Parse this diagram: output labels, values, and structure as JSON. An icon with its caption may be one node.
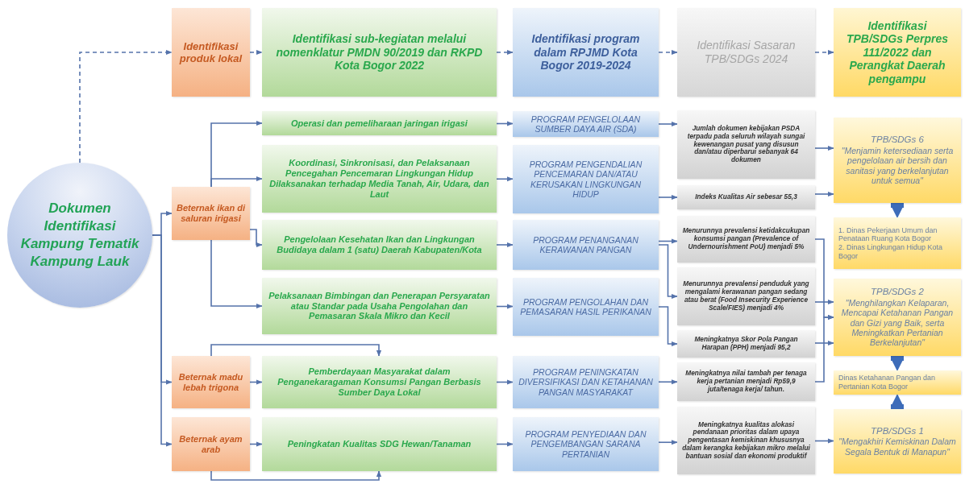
{
  "diagram": {
    "nodes": [
      {
        "text": [
          "Dokumen Identifikasi Kampung Tematik Kampung Lauk"
        ]
      },
      {
        "text": [
          "Identifikasi produk lokal"
        ]
      },
      {
        "text": [
          "Identifikasi sub-kegiatan melalui nomenklatur PMDN 90/2019 dan RKPD Kota Bogor 2022"
        ]
      },
      {
        "text": [
          "Identifikasi program dalam RPJMD Kota Bogor 2019-2024"
        ]
      },
      {
        "text": [
          "Identifikasi Sasaran TPB/SDGs 2024"
        ]
      },
      {
        "text": [
          "Identifikasi TPB/SDGs Perpres 111/2022 dan Perangkat Daerah pengampu"
        ]
      },
      {
        "text": [
          "Beternak ikan di saluran irigasi"
        ]
      },
      {
        "text": [
          "Operasi dan pemeliharaan jaringan irigasi"
        ]
      },
      {
        "text": [
          "Koordinasi, Sinkronisasi, dan Pelaksanaan Pencegahan Pencemaran Lingkungan Hidup Dilaksanakan terhadap Media Tanah, Air, Udara, dan Laut"
        ]
      },
      {
        "text": [
          "Pengelolaan Kesehatan Ikan dan Lingkungan Budidaya dalam 1 (satu) Daerah Kabupaten/Kota"
        ]
      },
      {
        "text": [
          "Pelaksanaan Bimbingan dan Penerapan Persyaratan atau Standar pada Usaha Pengolahan dan Pemasaran Skala Mikro dan Kecil"
        ]
      },
      {
        "text": [
          "Beternak madu lebah trigona"
        ]
      },
      {
        "text": [
          "Pemberdayaan Masyarakat dalam Penganekaragaman Konsumsi Pangan Berbasis Sumber Daya Lokal"
        ]
      },
      {
        "text": [
          "Beternak ayam arab"
        ]
      },
      {
        "text": [
          "Peningkatan Kualitas SDG Hewan/Tanaman"
        ]
      },
      {
        "text": [
          "PROGRAM PENGELOLAAN SUMBER DAYA AIR (SDA)"
        ]
      },
      {
        "text": [
          "PROGRAM PENGENDALIAN PENCEMARAN DAN/ATAU KERUSAKAN LINGKUNGAN HIDUP"
        ]
      },
      {
        "text": [
          "PROGRAM PENANGANAN KERAWANAN PANGAN"
        ]
      },
      {
        "text": [
          "PROGRAM PENGOLAHAN DAN PEMASARAN HASIL PERIKANAN"
        ]
      },
      {
        "text": [
          "PROGRAM PENINGKATAN DIVERSIFIKASI DAN KETAHANAN PANGAN MASYARAKAT"
        ]
      },
      {
        "text": [
          "PROGRAM PENYEDIAAN DAN PENGEMBANGAN SARANA PERTANIAN"
        ]
      },
      {
        "text": [
          "Jumlah dokumen kebijakan PSDA terpadu pada seluruh wilayah sungai kewenangan pusat yang disusun dan/atau diperbarui sebanyak 64 dokumen"
        ]
      },
      {
        "text": [
          "Indeks Kualitas Air sebesar 55,3"
        ]
      },
      {
        "text": [
          "Menurunnya prevalensi ketidakcukupan konsumsi pangan (Prevalence of Undernourishment PoU) menjadi 5%"
        ]
      },
      {
        "text": [
          "Menurunnya prevalensi penduduk yang mengalami kerawanan pangan sedang atau berat (Food Insecurity Experience Scale/FIES) menjadi 4%"
        ]
      },
      {
        "text": [
          "Meningkatnya Skor Pola Pangan Harapan (PPH) menjadi 95,2"
        ]
      },
      {
        "text": [
          "Meningkatnya nilai tambah per tenaga kerja pertanian menjadi Rp59,9 juta/tenaga kerja/ tahun."
        ]
      },
      {
        "text": [
          "Meningkatnya kualitas alokasi pendanaan prioritas dalam upaya pengentasan kemiskinan khususnya dalam kerangka kebijakan mikro melalui bantuan sosial dan ekonomi produktif"
        ]
      },
      {
        "text": [
          "TPB/SDGs 6",
          "\"Menjamin ketersediaan serta pengelolaan air bersih dan sanitasi yang berkelanjutan untuk semua\""
        ]
      },
      {
        "text": [
          "1. Dinas Pekerjaan Umum dan Penataan Ruang Kota Bogor",
          "2. Dinas Lingkungan Hidup Kota Bogor"
        ]
      },
      {
        "text": [
          "TPB/SDGs 2",
          "\"Menghilangkan Kelaparan, Mencapai Ketahanan Pangan dan Gizi yang Baik, serta Meningkatkan Pertanian Berkelanjutan\""
        ]
      },
      {
        "text": [
          "Dinas Ketahanan Pangan dan Pertanian Kota Bogor"
        ]
      },
      {
        "text": [
          "TPB/SDGs 1",
          "\"Mengakhiri Kemiskinan Dalam Segala Bentuk di Manapun\""
        ]
      }
    ],
    "edges": [
      {
        "from": 0,
        "to": 1,
        "arrow": "to",
        "style": "dashed"
      },
      {
        "from": 1,
        "to": 2,
        "arrow": "to",
        "style": "dashed"
      },
      {
        "from": 2,
        "to": 3,
        "arrow": "to",
        "style": "dashed"
      },
      {
        "from": 3,
        "to": 4,
        "arrow": "to",
        "style": "dashed"
      },
      {
        "from": 4,
        "to": 5,
        "arrow": "to",
        "style": "dashed"
      },
      {
        "from": 0,
        "to": 6,
        "arrow": "to"
      },
      {
        "from": 0,
        "to": 11,
        "arrow": "to"
      },
      {
        "from": 0,
        "to": 13,
        "arrow": "to"
      },
      {
        "from": 6,
        "to": 7,
        "arrow": "to"
      },
      {
        "from": 6,
        "to": 8,
        "arrow": "to"
      },
      {
        "from": 6,
        "to": 9,
        "arrow": "to"
      },
      {
        "from": 6,
        "to": 10,
        "arrow": "to"
      },
      {
        "from": 11,
        "to": 12,
        "arrow": "to"
      },
      {
        "from": 11,
        "to": 12,
        "arrow": "to"
      },
      {
        "from": 13,
        "to": 14,
        "arrow": "to"
      },
      {
        "from": 13,
        "to": 14,
        "arrow": "to"
      },
      {
        "from": 7,
        "to": 15,
        "arrow": "to"
      },
      {
        "from": 8,
        "to": 16,
        "arrow": "to"
      },
      {
        "from": 9,
        "to": 17,
        "arrow": "to"
      },
      {
        "from": 10,
        "to": 18,
        "arrow": "to"
      },
      {
        "from": 12,
        "to": 19,
        "arrow": "to"
      },
      {
        "from": 14,
        "to": 20,
        "arrow": "to"
      },
      {
        "from": 15,
        "to": 21,
        "arrow": "to"
      },
      {
        "from": 16,
        "to": 22,
        "arrow": "to"
      },
      {
        "from": 17,
        "to": 23,
        "arrow": "to"
      },
      {
        "from": 17,
        "to": 24,
        "arrow": "to"
      },
      {
        "from": 18,
        "to": 25,
        "arrow": "to"
      },
      {
        "from": 19,
        "to": 26,
        "arrow": "to"
      },
      {
        "from": 20,
        "to": 27,
        "arrow": "to"
      },
      {
        "from": 21,
        "to": 28,
        "arrow": "to"
      },
      {
        "from": 22,
        "to": 28,
        "arrow": "to"
      },
      {
        "from": 23,
        "to": 30,
        "arrow": "to"
      },
      {
        "from": 24,
        "to": 30,
        "arrow": "to"
      },
      {
        "from": 25,
        "to": 30,
        "arrow": "to"
      },
      {
        "from": 26,
        "to": 30,
        "arrow": "to"
      },
      {
        "from": 27,
        "to": 32,
        "arrow": "to"
      },
      {
        "from": 28,
        "to": 29,
        "arrow": "to",
        "style": "thick",
        "color": "#3d6cb9"
      },
      {
        "from": 30,
        "to": 31,
        "arrow": "to",
        "style": "thick",
        "color": "#3d6cb9"
      },
      {
        "from": 32,
        "to": 31,
        "arrow": "to",
        "style": "thick",
        "color": "#3d6cb9"
      }
    ]
  }
}
